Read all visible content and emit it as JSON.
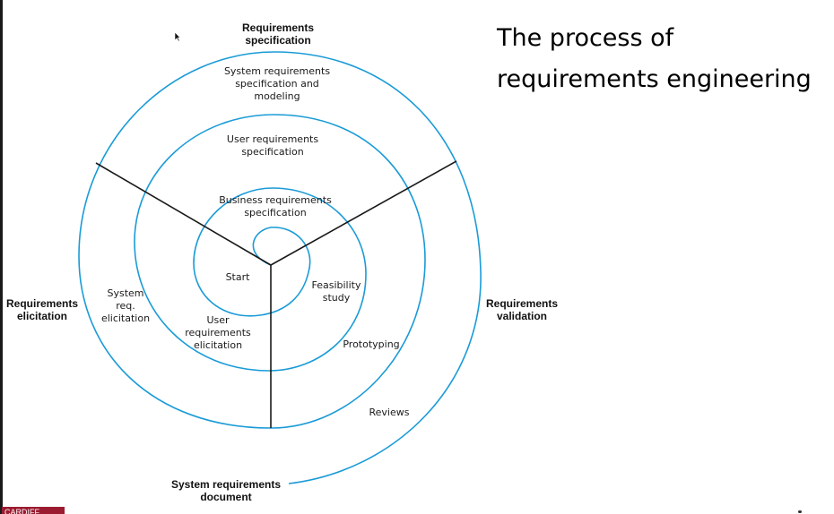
{
  "title": "The process of requirements engineering",
  "diagram": {
    "quadrants": {
      "top": "Requirements|specification",
      "left": "Requirements|elicitation",
      "right": "Requirements|validation",
      "bottom": "System requirements|document"
    },
    "activities": {
      "system_spec": "System requirements|specification and|modeling",
      "user_spec": "User requirements|specification",
      "business_spec": "Business requirements|specification",
      "start": "Start",
      "feasibility": "Feasibility|study",
      "user_elicitation": "User|requirements|elicitation",
      "system_elicitation": "System|req.|elicitation",
      "prototyping": "Prototyping",
      "reviews": "Reviews"
    }
  },
  "footer_logo": "CARDIFF",
  "colors": {
    "spiral": "#1a9bd7",
    "lines": "#1a1a1a",
    "logo": "#9b1b30"
  }
}
